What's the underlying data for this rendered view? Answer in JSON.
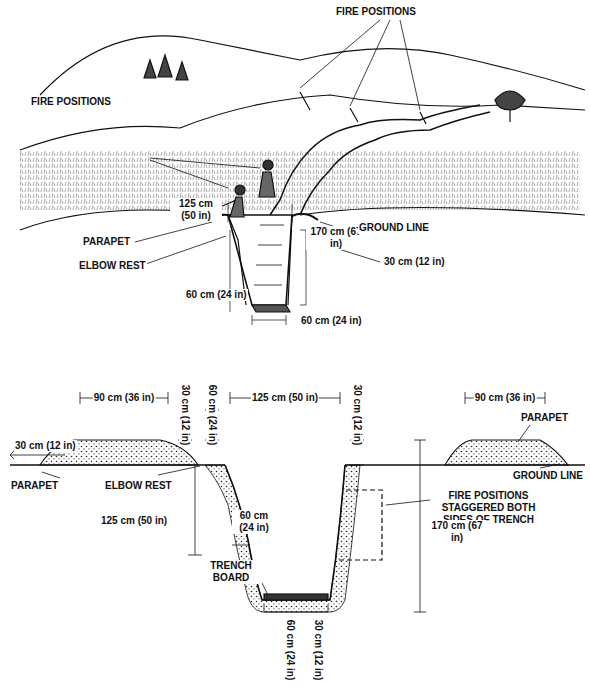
{
  "diagram": {
    "labels": [
      "FIRE POSITIONS",
      "FIRE POSITIONS",
      "PARAPET",
      "125 cm (50 in)",
      "ELBOW REST",
      "170 cm (67 in)",
      "GROUND LINE",
      "30 cm (12 in)",
      "60 cm (24 in)",
      "60 cm (24 in)",
      "90 cm (36 in)",
      "30 cm (12 in)",
      "60 cm (24 in)",
      "125 cm (50 in)",
      "30 cm (12 in)",
      "90 cm (36 in)",
      "PARAPET",
      "GROUND LINE",
      "30 cm (12 in)",
      "PARAPET",
      "ELBOW REST",
      "125 cm (50 in)",
      "FIRE POSITIONS STAGGERED BOTH SIDES OF TRENCH",
      "60 cm (24 in)",
      "170 cm (67 in)",
      "TRENCH BOARD",
      "60 cm (24 in)",
      "30 cm (12 in)"
    ]
  }
}
